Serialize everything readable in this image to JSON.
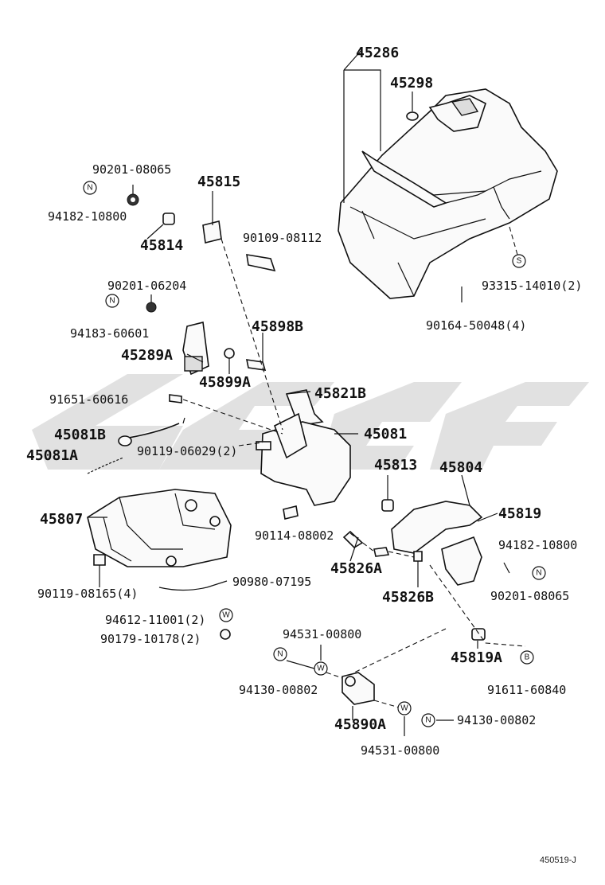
{
  "watermark": {
    "text": "",
    "color": "#c9c9c9"
  },
  "figure_id": "450519-J",
  "parts": {
    "p45286": "45286",
    "p45298": "45298",
    "p93315": "93315-14010(2)",
    "p90164": "90164-50048(4)",
    "p90201_a": "90201-08065",
    "p94182_a": "94182-10800",
    "p45815": "45815",
    "p45814": "45814",
    "p90109": "90109-08112",
    "p90201_b": "90201-06204",
    "p94183": "94183-60601",
    "p45898B": "45898B",
    "p45289A": "45289A",
    "p45899A": "45899A",
    "p91651": "91651-60616",
    "p45821B": "45821B",
    "p45081B": "45081B",
    "p45081": "45081",
    "p45081A": "45081A",
    "p90119_a": "90119-06029(2)",
    "p45813": "45813",
    "p45804": "45804",
    "p45807": "45807",
    "p45819": "45819",
    "p90114": "90114-08002",
    "p94182_b": "94182-10800",
    "p45826A": "45826A",
    "p90201_c": "90201-08065",
    "p90119_b": "90119-08165(4)",
    "p90980": "90980-07195",
    "p45826B": "45826B",
    "p94612": "94612-11001(2)",
    "p90179": "90179-10178(2)",
    "p94531_a": "94531-00800",
    "p45819A": "45819A",
    "p94130_a": "94130-00802",
    "p91611": "91611-60840",
    "p45890A": "45890A",
    "p94130_b": "94130-00802",
    "p94531_b": "94531-00800"
  },
  "symbols": {
    "N": "N",
    "S": "S",
    "W": "W",
    "B": "B"
  }
}
